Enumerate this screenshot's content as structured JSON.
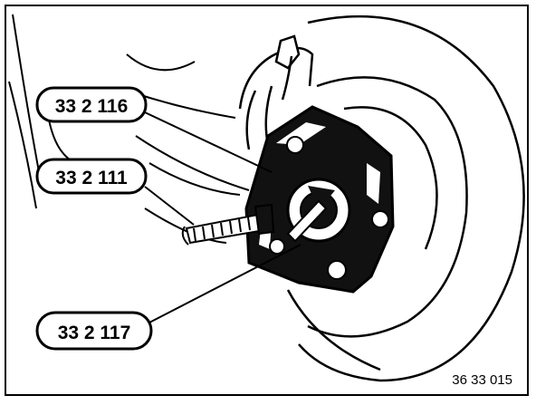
{
  "callouts": [
    {
      "label": "33 2 116"
    },
    {
      "label": "33 2 111"
    },
    {
      "label": "33 2 117"
    }
  ],
  "figure_number": "36 33 015",
  "colors": {
    "ink": "#000000",
    "paper": "#ffffff"
  }
}
